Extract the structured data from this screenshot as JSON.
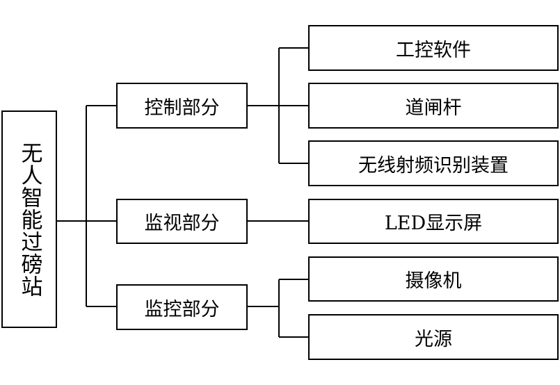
{
  "root": {
    "label": "无人智能过磅站"
  },
  "groups": [
    {
      "label": "控制部分",
      "children": [
        "工控软件",
        "道闸杆",
        "无线射频识别装置"
      ]
    },
    {
      "label": "监视部分",
      "children": [
        "LED显示屏"
      ]
    },
    {
      "label": "监控部分",
      "children": [
        "摄像机",
        "光源"
      ]
    }
  ]
}
